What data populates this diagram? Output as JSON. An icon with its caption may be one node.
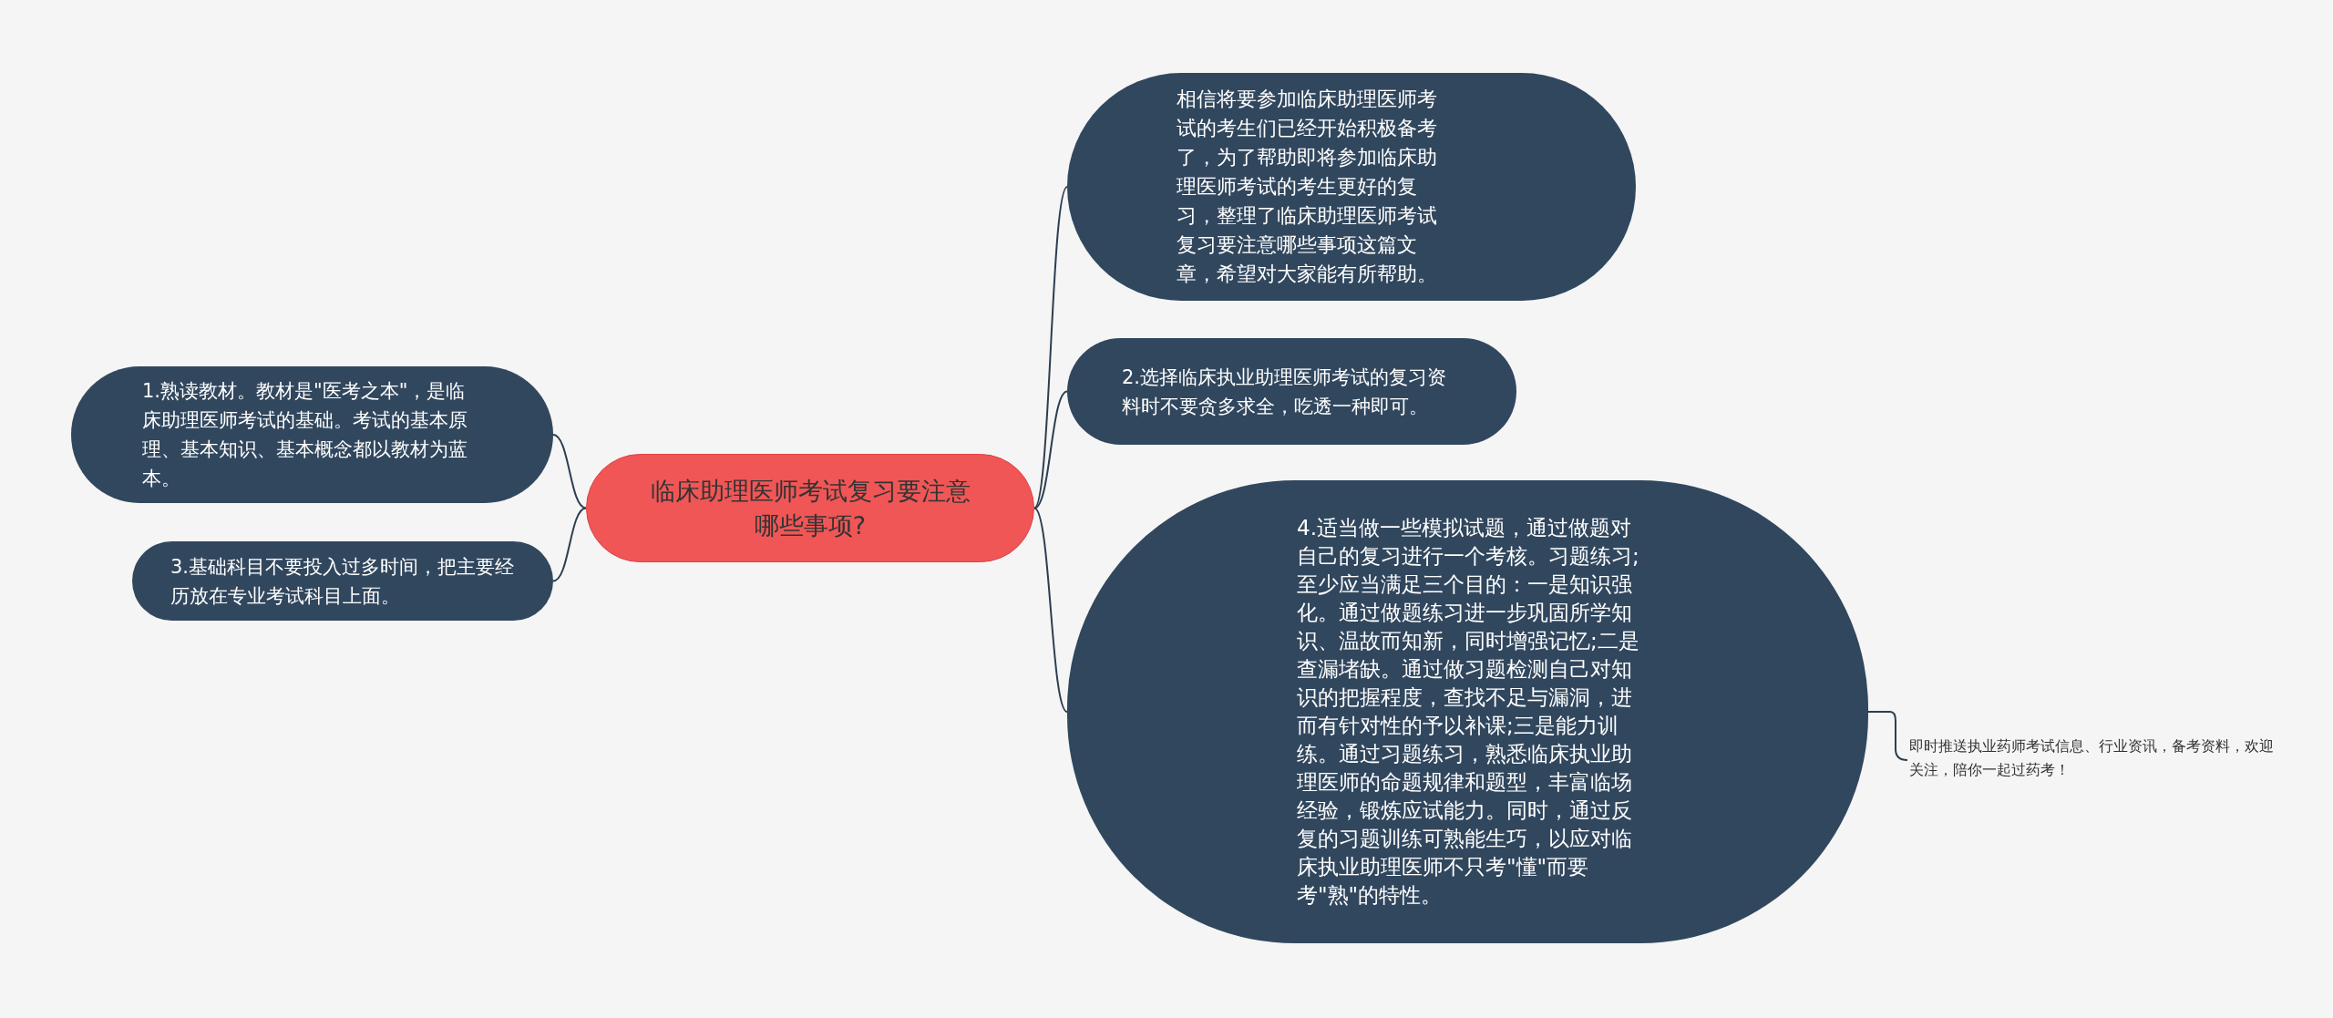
{
  "diagram": {
    "nodes": [
      {
        "text": [
          "临床助理医师考试复习要注意哪些事项?"
        ]
      },
      {
        "text": [
          "相信将要参加临床助理医师考试的考生们已经开始积极备考了，为了帮助即将参加临床助理医师考试的考生更好的复习，整理了临床助理医师考试复习要注意哪些事项这篇文章，希望对大家能有所帮助。"
        ]
      },
      {
        "text": [
          "2.选择临床执业助理医师考试的复习资料时不要贪多求全，吃透一种即可。"
        ]
      },
      {
        "text": [
          "4.适当做一些模拟试题，通过做题对自己的复习进行一个考核。习题练习;至少应当满足三个目的：一是知识强化。通过做题练习进一步巩固所学知识、温故而知新，同时增强记忆;二是查漏堵缺。通过做习题检测自己对知识的把握程度，查找不足与漏洞，进而有针对性的予以补课;三是能力训练。通过习题练习，熟悉临床执业助理医师的命题规律和题型，丰富临场经验，锻炼应试能力。同时，通过反复的习题训练可熟能生巧，以应对临床执业助理医师不只考\"懂\"而要考\"熟\"的特性。"
        ]
      },
      {
        "text": [
          "1.熟读教材。教材是\"医考之本\"，是临床助理医师考试的基础。考试的基本原理、基本知识、基本概念都以教材为蓝本。"
        ]
      },
      {
        "text": [
          "3.基础科目不要投入过多时间，把主要经历放在专业考试科目上面。"
        ]
      },
      {
        "text": [
          "即时推送执业药师考试信息、行业资讯，备考资料，欢迎关注，陪你一起过药考！"
        ]
      }
    ],
    "edges": [
      {
        "from": 0,
        "to": 1,
        "arrow": "none"
      },
      {
        "from": 0,
        "to": 2,
        "arrow": "none"
      },
      {
        "from": 0,
        "to": 3,
        "arrow": "none"
      },
      {
        "from": 0,
        "to": 4,
        "arrow": "none"
      },
      {
        "from": 0,
        "to": 5,
        "arrow": "none"
      },
      {
        "from": 3,
        "to": 6,
        "arrow": "none"
      }
    ]
  }
}
